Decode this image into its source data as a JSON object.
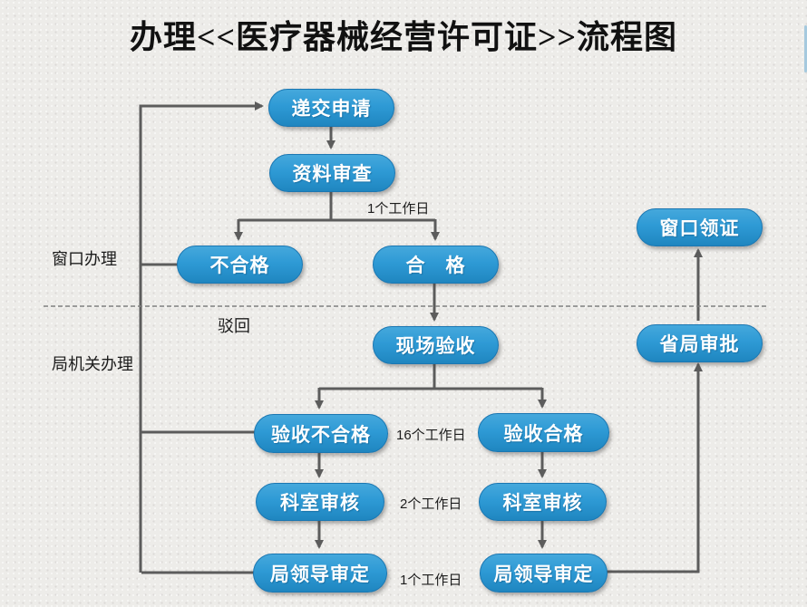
{
  "title": "办理<<医疗器械经营许可证>>流程图",
  "lanes": {
    "window": "窗口办理",
    "bureau": "局机关办理"
  },
  "nodes": {
    "submit": "递交申请",
    "review": "资料审查",
    "fail": "不合格",
    "pass": "合　格",
    "site_check": "现场验收",
    "check_fail": "验收不合格",
    "check_pass": "验收合格",
    "dept_left": "科室审核",
    "dept_right": "科室审核",
    "leader_left": "局领导审定",
    "leader_right": "局领导审定",
    "province": "省局审批",
    "collect": "窗口领证"
  },
  "labels": {
    "reject": "驳回",
    "days_review": "1个工作日",
    "days_site": "16个工作日",
    "days_dept": "2个工作日",
    "days_leader": "1个工作日"
  },
  "colors": {
    "background": "#edece9",
    "node_fill_light": "#45a8dc",
    "node_fill": "#2e9ad5",
    "node_fill_dark": "#1f86c0",
    "node_border": "#1b77b2",
    "node_text": "#ffffff",
    "arrow": "#5c5c5c",
    "divider": "#7f7f7f",
    "title_text": "#111111",
    "label_text": "#1c1c1c",
    "edge_strip": "#a5c9de"
  }
}
